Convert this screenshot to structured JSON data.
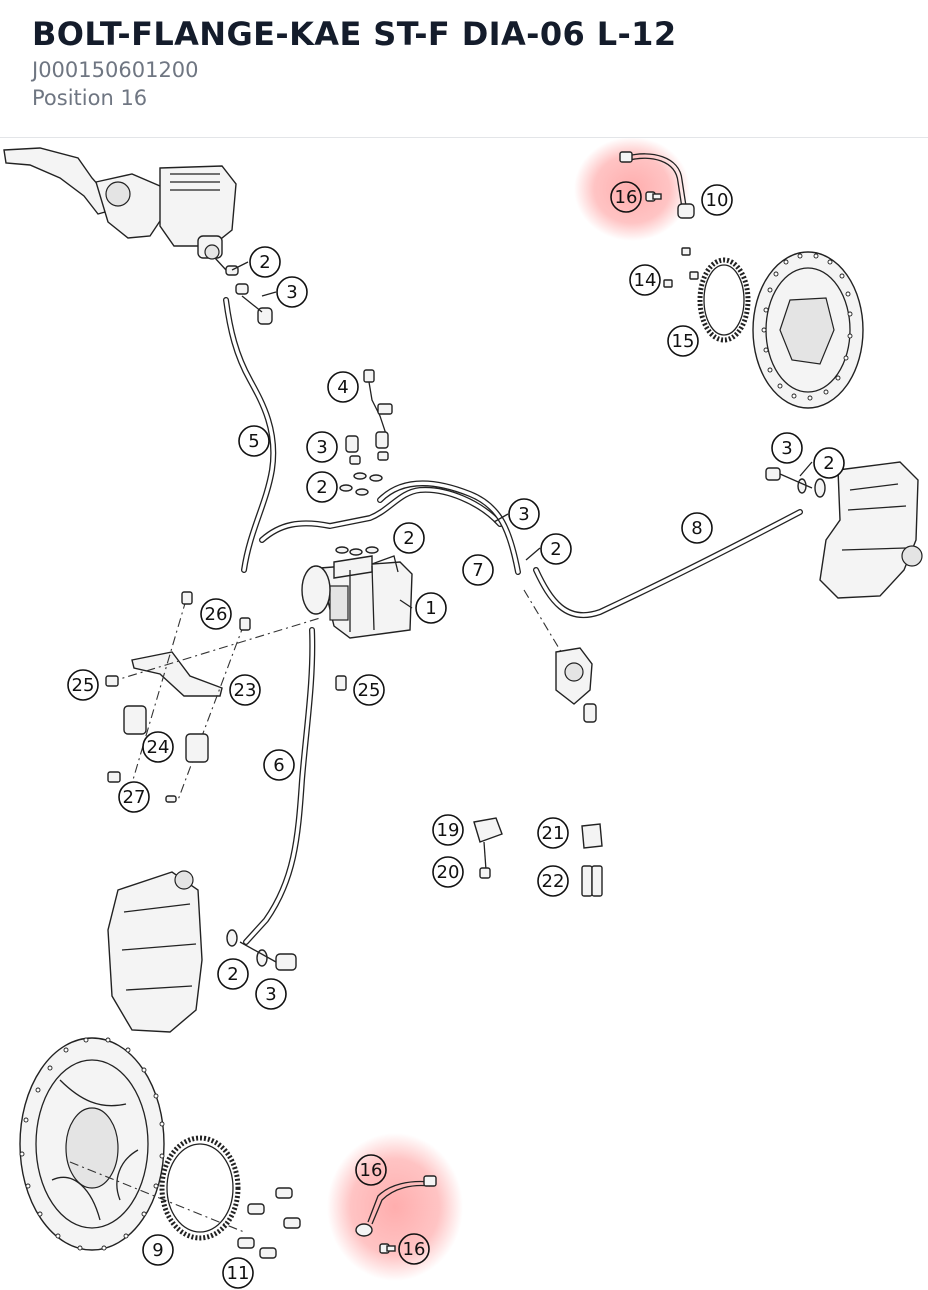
{
  "header": {
    "title": "BOLT-FLANGE-KAE ST-F DIA-06 L-12",
    "part_number": "J000150601200",
    "position": "Position 16"
  },
  "colors": {
    "title": "#141c2b",
    "subtext": "#6f7682",
    "highlight": "#ff6b6b"
  },
  "diagram": {
    "callouts": {
      "c_1": "1",
      "c_2a": "2",
      "c_2b": "2",
      "c_2c": "2",
      "c_2d": "2",
      "c_2e": "2",
      "c_2f": "2",
      "c_3a": "3",
      "c_3b": "3",
      "c_3c": "3",
      "c_3d": "3",
      "c_3e": "3",
      "c_4": "4",
      "c_5": "5",
      "c_6": "6",
      "c_7": "7",
      "c_8": "8",
      "c_9": "9",
      "c_10": "10",
      "c_11": "11",
      "c_14": "14",
      "c_15": "15",
      "c_16a": "16",
      "c_16b": "16",
      "c_16c": "16",
      "c_19": "19",
      "c_20": "20",
      "c_21": "21",
      "c_22": "22",
      "c_23": "23",
      "c_24": "24",
      "c_25a": "25",
      "c_25b": "25",
      "c_26": "26",
      "c_27": "27"
    }
  }
}
